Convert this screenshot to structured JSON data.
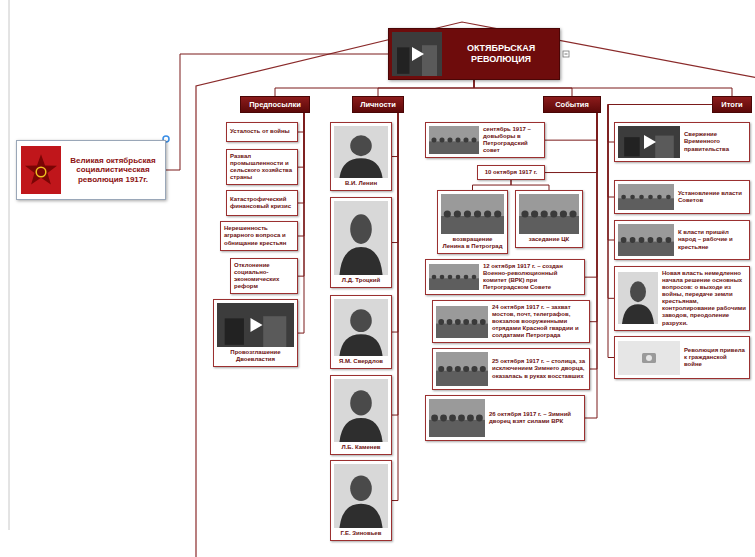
{
  "diagram": {
    "nodes": [
      {
        "text": [
          "Великая октябрьская социалистическая революция 1917г."
        ]
      },
      {
        "text": [
          "ОКТЯБРЬСКАЯ РЕВОЛЮЦИЯ"
        ]
      },
      {
        "text": [
          "Предпосылки"
        ]
      },
      {
        "text": [
          "Усталость от войны"
        ]
      },
      {
        "text": [
          "Развал промышленности и сельского хозяйства страны"
        ]
      },
      {
        "text": [
          "Катастрофический финансовый кризис"
        ]
      },
      {
        "text": [
          "Нерешенность аграрного вопроса и обнищание крестьян"
        ]
      },
      {
        "text": [
          "Отклонение социально-экономических реформ"
        ]
      },
      {
        "text": [
          "Провозглашение Двоевластия"
        ]
      },
      {
        "text": [
          "Личности"
        ]
      },
      {
        "text": [
          "В.И. Ленин"
        ]
      },
      {
        "text": [
          "Л.Д. Троцкий"
        ]
      },
      {
        "text": [
          "Я.М. Свердлов"
        ]
      },
      {
        "text": [
          "Л.Б. Каменев"
        ]
      },
      {
        "text": [
          "Г.Е. Зиновьев"
        ]
      },
      {
        "text": [
          "События"
        ]
      },
      {
        "text": [
          "сентябрь 1917 – довыборы в Петроградский совет"
        ]
      },
      {
        "text": [
          "10 октября 1917 г."
        ]
      },
      {
        "text": [
          "возвращение Ленина в Петроград"
        ]
      },
      {
        "text": [
          "заседание ЦК"
        ]
      },
      {
        "text": [
          "12 октября 1917 г. – создан Военно-революционный комитет (ВРК) при Петроградском Совете"
        ]
      },
      {
        "text": [
          "24 октября 1917 г. – захват мостов, почт, телеграфов, вокзалов вооруженными отрядами Красной гвардии и солдатами Петрограда"
        ]
      },
      {
        "text": [
          "25 октября 1917 г. – столица, за исключением Зимнего дворца, оказалась в руках восставших"
        ]
      },
      {
        "text": [
          "26 октября 1917 г. – Зимний дворец взят силами ВРК"
        ]
      },
      {
        "text": [
          "Итоги"
        ]
      },
      {
        "text": [
          "Свержение Временного правительства"
        ]
      },
      {
        "text": [
          "Установление власти Советов"
        ]
      },
      {
        "text": [
          "К власти пришёл народ – рабочие и крестьяне"
        ]
      },
      {
        "text": [
          "Новая власть немедленно начала решение основных вопросов: о выходе из войны, передаче земли крестьянам, контролирование рабочими заводов, преодоление разрухи."
        ]
      },
      {
        "text": [
          "Революция привела к гражданской войне"
        ]
      }
    ],
    "edges": [
      {
        "from": 0,
        "to": 1,
        "arrow": "none"
      },
      {
        "from": 1,
        "to": 2,
        "arrow": "none"
      },
      {
        "from": 1,
        "to": 9,
        "arrow": "none"
      },
      {
        "from": 1,
        "to": 15,
        "arrow": "none"
      },
      {
        "from": 1,
        "to": 24,
        "arrow": "none"
      },
      {
        "from": 2,
        "to": 3,
        "arrow": "none"
      },
      {
        "from": 2,
        "to": 4,
        "arrow": "none"
      },
      {
        "from": 2,
        "to": 5,
        "arrow": "none"
      },
      {
        "from": 2,
        "to": 6,
        "arrow": "none"
      },
      {
        "from": 2,
        "to": 7,
        "arrow": "none"
      },
      {
        "from": 2,
        "to": 8,
        "arrow": "none"
      },
      {
        "from": 9,
        "to": 10,
        "arrow": "none"
      },
      {
        "from": 9,
        "to": 11,
        "arrow": "none"
      },
      {
        "from": 9,
        "to": 12,
        "arrow": "none"
      },
      {
        "from": 9,
        "to": 13,
        "arrow": "none"
      },
      {
        "from": 9,
        "to": 14,
        "arrow": "none"
      },
      {
        "from": 15,
        "to": 16,
        "arrow": "none"
      },
      {
        "from": 15,
        "to": 17,
        "arrow": "none"
      },
      {
        "from": 17,
        "to": 18,
        "arrow": "none"
      },
      {
        "from": 17,
        "to": 19,
        "arrow": "none"
      },
      {
        "from": 15,
        "to": 20,
        "arrow": "none"
      },
      {
        "from": 15,
        "to": 21,
        "arrow": "none"
      },
      {
        "from": 15,
        "to": 22,
        "arrow": "none"
      },
      {
        "from": 15,
        "to": 23,
        "arrow": "none"
      },
      {
        "from": 24,
        "to": 25,
        "arrow": "none"
      },
      {
        "from": 24,
        "to": 26,
        "arrow": "none"
      },
      {
        "from": 24,
        "to": 27,
        "arrow": "none"
      },
      {
        "from": 24,
        "to": 28,
        "arrow": "none"
      },
      {
        "from": 24,
        "to": 29,
        "arrow": "none"
      }
    ]
  }
}
